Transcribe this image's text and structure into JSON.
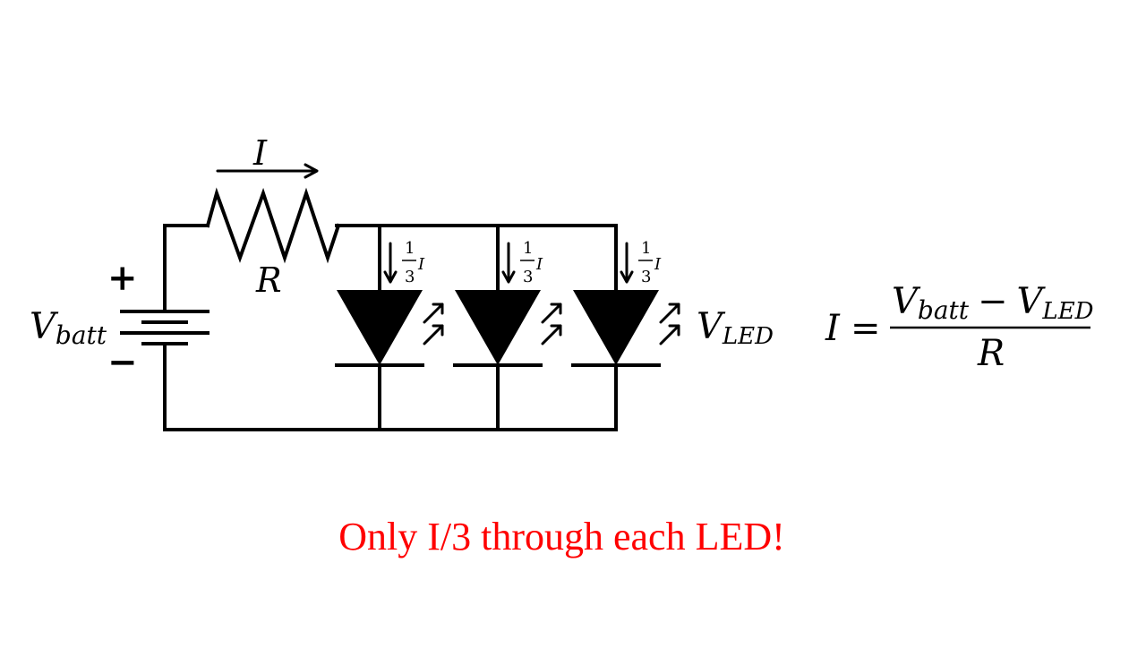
{
  "labels": {
    "current": "I",
    "resistor": "R",
    "plus": "+",
    "minus": "−",
    "vbatt_main": "V",
    "vbatt_sub": "batt",
    "vled_main": "V",
    "vled_sub": "LED",
    "branch_current_numerator": "1",
    "branch_current_denominator": "3",
    "branch_current_symbol": "I"
  },
  "equation": {
    "lhs": "I",
    "equals": "=",
    "numerator_v1": "V",
    "numerator_v1_sub": "batt",
    "minus": "−",
    "numerator_v2": "V",
    "numerator_v2_sub": "LED",
    "denominator": "R"
  },
  "caption": "Only I/3 through each LED!",
  "colors": {
    "caption": "#ff0000",
    "wire": "#000000"
  }
}
